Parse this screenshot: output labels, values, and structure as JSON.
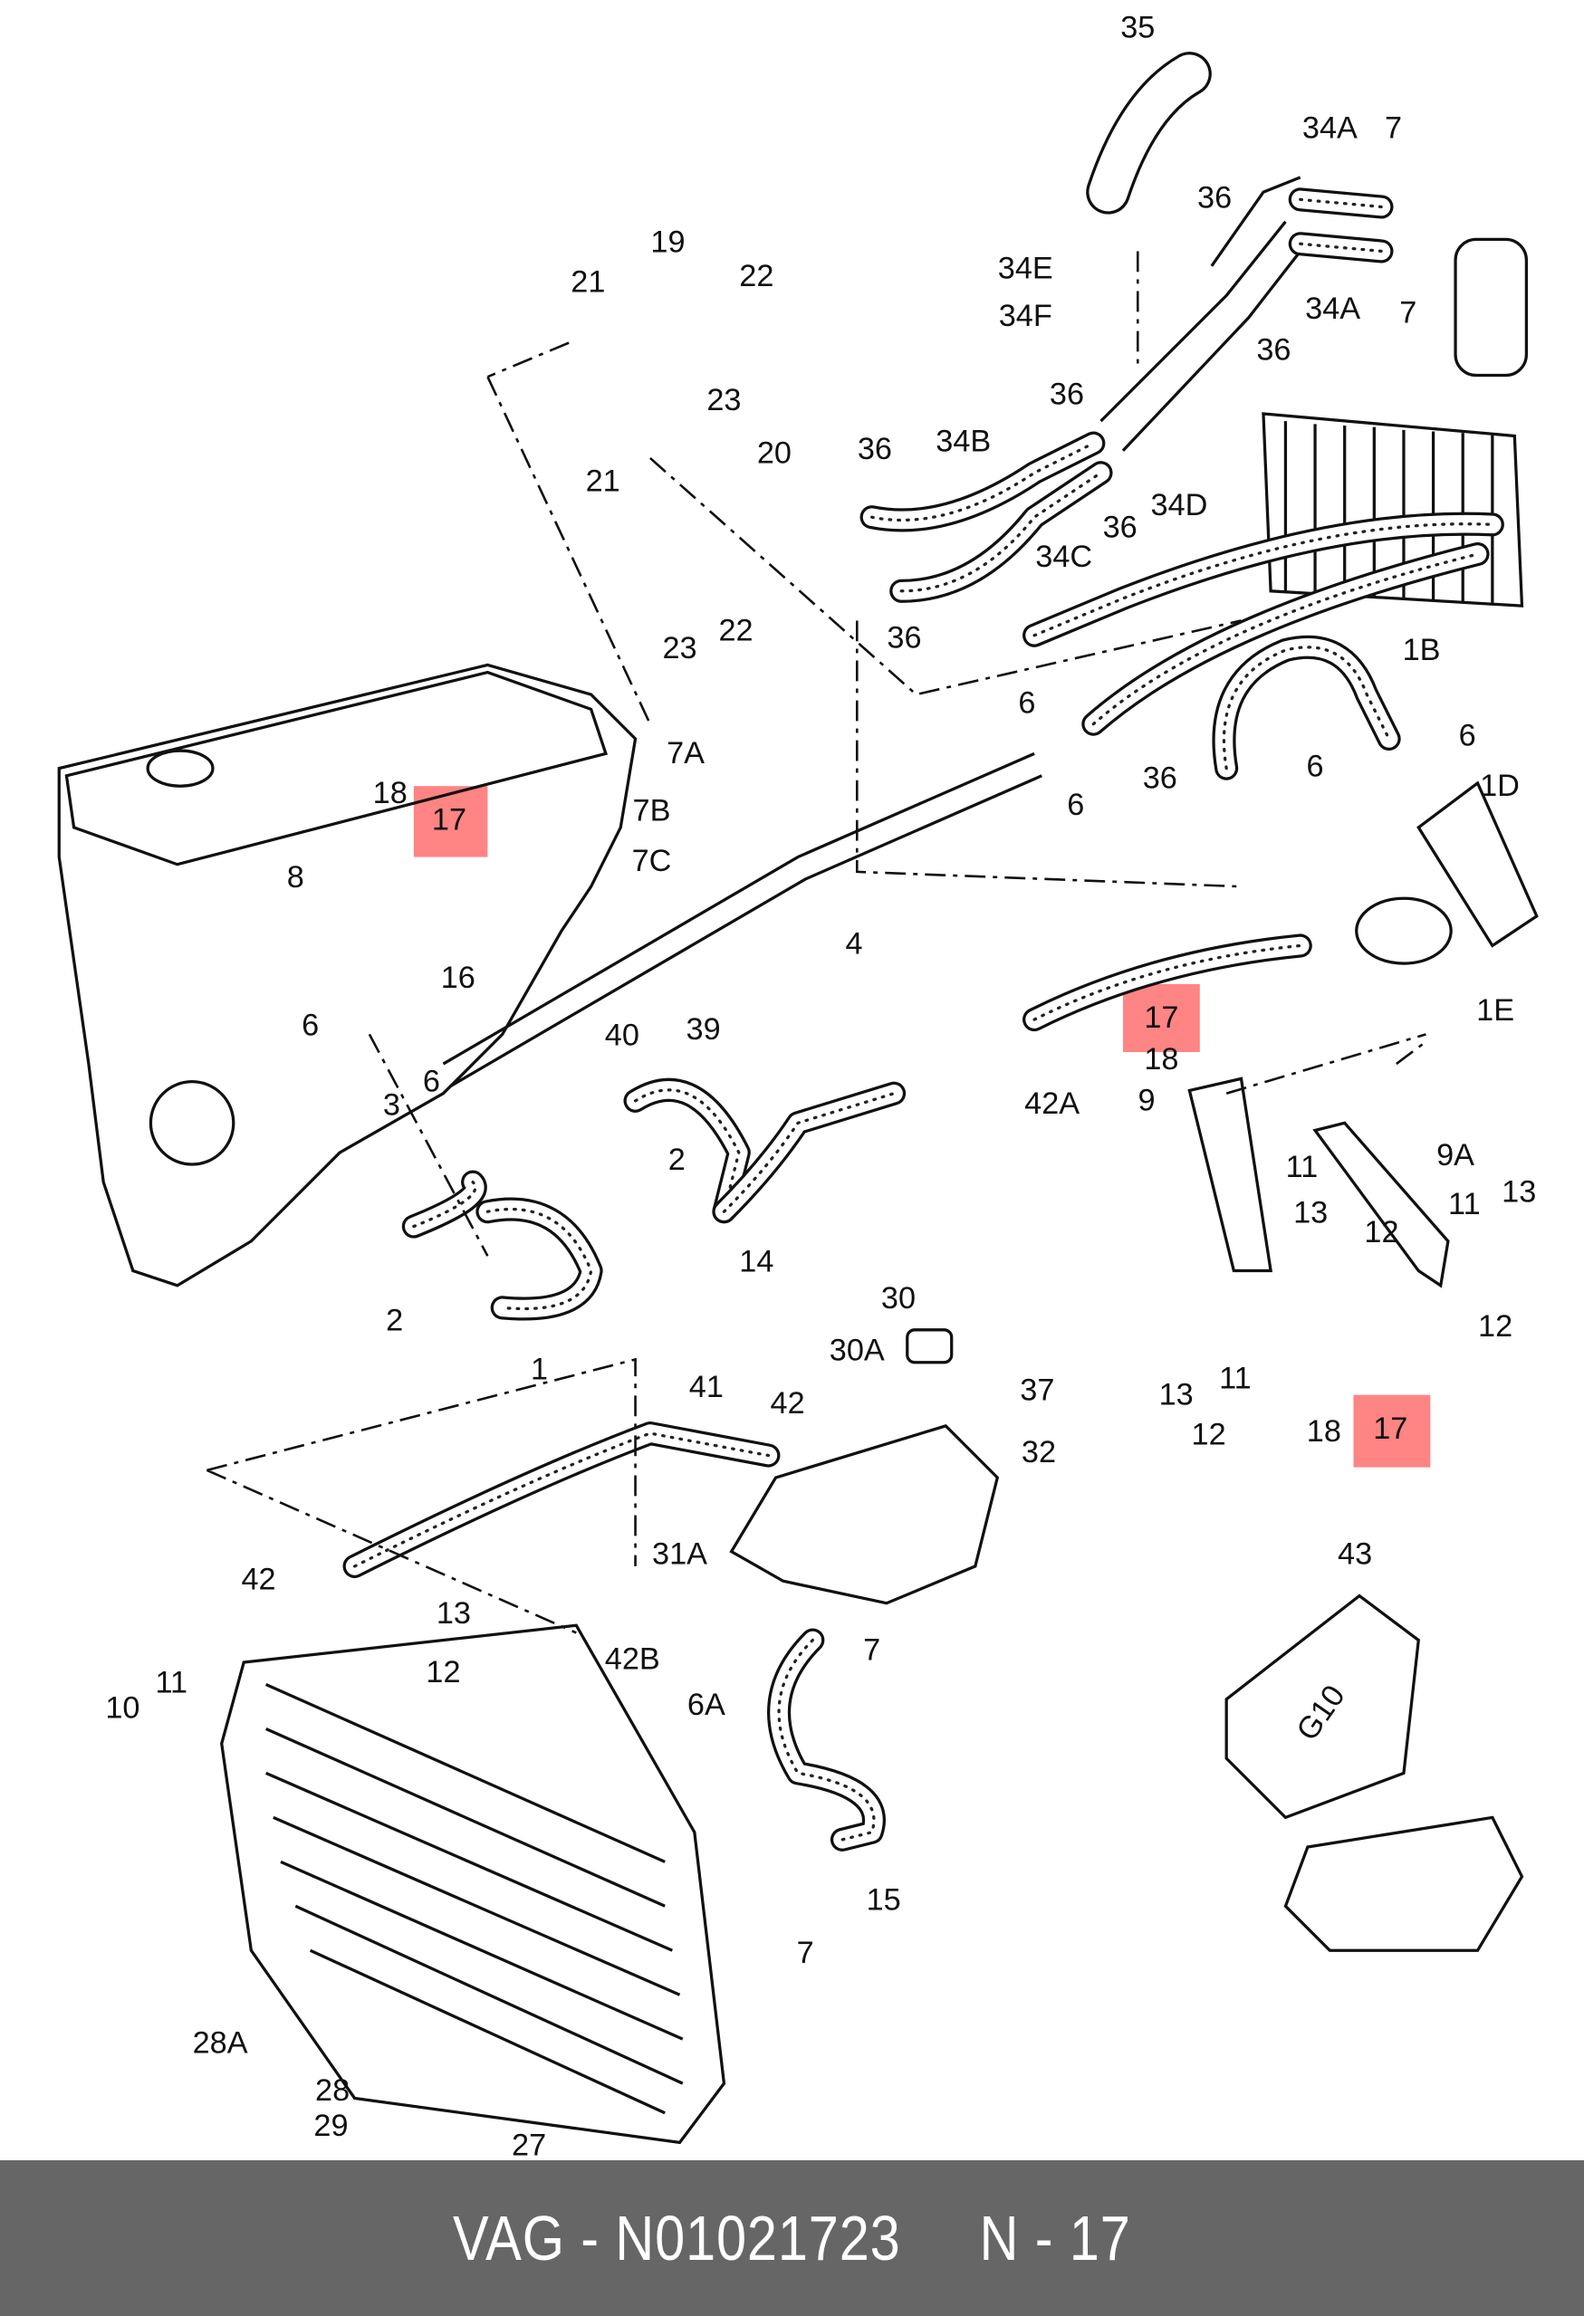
{
  "diagram": {
    "labels": [
      "35",
      "34A",
      "7",
      "36",
      "34E",
      "34F",
      "34A",
      "7",
      "36",
      "21",
      "19",
      "22",
      "23",
      "20",
      "36",
      "36",
      "34B",
      "34D",
      "36",
      "34C",
      "21",
      "23",
      "22",
      "36",
      "1B",
      "6",
      "6",
      "7A",
      "7B",
      "7C",
      "36",
      "6",
      "1D",
      "6",
      "18",
      "17",
      "8",
      "16",
      "4",
      "40",
      "39",
      "1E",
      "17",
      "18",
      "42A",
      "9",
      "9A",
      "11",
      "13",
      "12",
      "11",
      "13",
      "12",
      "6",
      "3",
      "6",
      "2",
      "2",
      "14",
      "1",
      "13",
      "11",
      "12",
      "18",
      "17",
      "30",
      "30A",
      "37",
      "32",
      "41",
      "42",
      "31A",
      "42",
      "43",
      "13",
      "12",
      "10",
      "11",
      "42B",
      "6A",
      "7",
      "15",
      "7",
      "28A",
      "28",
      "29",
      "27"
    ],
    "highlighted_part": "17",
    "highlight_color": "#ff6f6f",
    "canister_marking": "G10"
  },
  "footer": {
    "text": "VAG - N01021723     N - 17",
    "background": "#666666"
  }
}
